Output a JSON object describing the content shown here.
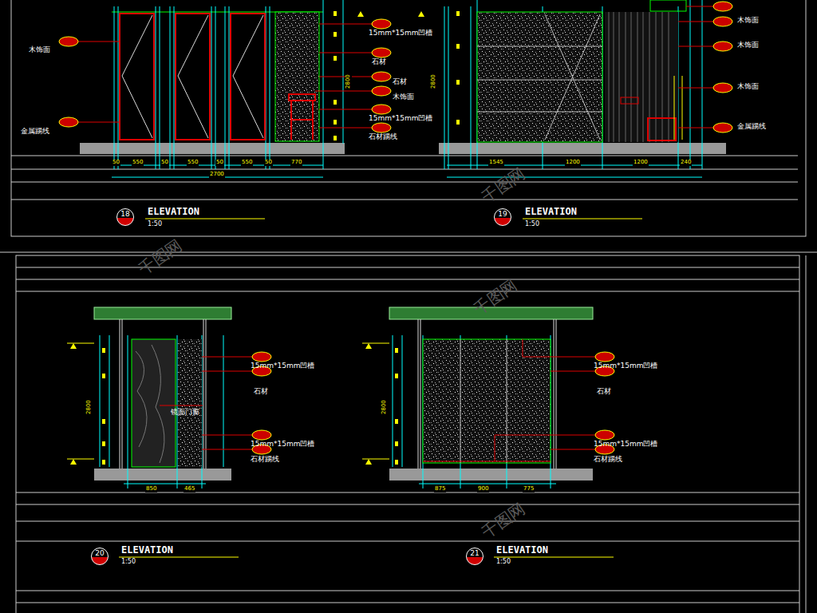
{
  "diagram": {
    "nodes": [
      {
        "text": [
          "18"
        ]
      },
      {
        "text": [
          "19"
        ]
      },
      {
        "text": [
          "20"
        ]
      },
      {
        "text": [
          "21"
        ]
      }
    ],
    "labels": [
      "ELEVATION",
      "1:50",
      "ELEVATION",
      "1:50",
      "ELEVATION",
      "1:50",
      "ELEVATION",
      "1:50",
      "木饰面",
      "金属踢线",
      "15mm*15mm凹槽",
      "石材",
      "石材",
      "木饰面",
      "15mm*15mm凹槽",
      "石材踢线",
      "木饰面",
      "木饰面",
      "木饰面",
      "金属踢线",
      "15mm*15mm凹槽",
      "石材",
      "镜面门窗",
      "15mm*15mm凹槽",
      "石材踢线",
      "15mm*15mm凹槽",
      "石材",
      "15mm*15mm凹槽",
      "石材踢线",
      "50",
      "550",
      "50",
      "550",
      "50",
      "550",
      "50",
      "770",
      "2700",
      "1545",
      "1200",
      "1200",
      "240",
      "850",
      "465",
      "875",
      "900",
      "775",
      "2800",
      "2800",
      "2800",
      "2800",
      "千图网",
      "千图网",
      "千图网",
      "千图网"
    ]
  }
}
